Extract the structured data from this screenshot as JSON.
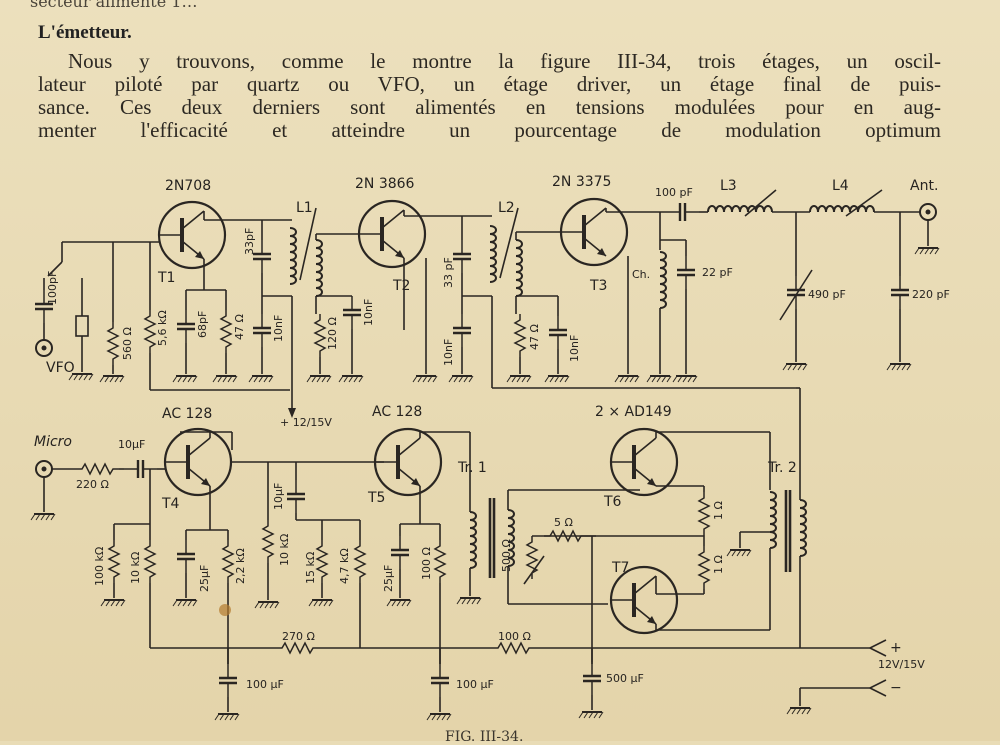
{
  "header": {
    "cut_line": "secteur alimenté 1…",
    "title": "L'émetteur."
  },
  "paragraph": {
    "line1": "Nous y trouvons, comme le montre la figure III-34, trois étages, un oscil-",
    "line2": "lateur piloté par quartz ou VFO, un étage driver, un étage final de puis-",
    "line3": "sance. Ces deux derniers sont alimentés en tensions modulées pour en aug-",
    "line4": "menter l'efficacité et atteindre un pourcentage de modulation optimum"
  },
  "diagram": {
    "transistors": {
      "t1": {
        "type": "2N708",
        "ref": "T1"
      },
      "t2": {
        "type": "2N 3866",
        "ref": "T2"
      },
      "t3": {
        "type": "2N 3375",
        "ref": "T3"
      },
      "t4": {
        "type": "AC 128",
        "ref": "T4"
      },
      "t5": {
        "type": "AC 128",
        "ref": "T5"
      },
      "t67": {
        "type": "2 × AD149",
        "ref6": "T6",
        "ref7": "T7"
      }
    },
    "components": {
      "c_vfo": "100pF",
      "r_560": "560 Ω",
      "r_56k": "5,6 kΩ",
      "c_68": "68pF",
      "r_47a": "47 Ω",
      "c_33a": "33pF",
      "c_10na": "10nF",
      "l1": "L1",
      "r_120": "120 Ω",
      "c_10nb": "10nF",
      "c_33b": "33 pF",
      "c_10nc": "10nF",
      "l2": "L2",
      "r_47b": "47 Ω",
      "c_10nd": "10nF",
      "c_100pf": "100 pF",
      "l3": "L3",
      "l4": "L4",
      "ch": "Ch.",
      "c_22": "22 pF",
      "c_490": "490 pF",
      "c_220p": "220 pF",
      "ant": "Ant.",
      "vfo": "VFO",
      "supply_rf": "+ 12/15V",
      "micro": "Micro",
      "r_220": "220 Ω",
      "c_10uf_a": "10µF",
      "r_100k": "100 kΩ",
      "r_10k": "10 kΩ",
      "c_25_a": "25µF",
      "r_22k": "2,2 kΩ",
      "r_10k_b": "10 kΩ",
      "c_10uf_b": "10µF",
      "r_15k": "15 kΩ",
      "r_47k": "4,7 kΩ",
      "c_25_b": "25µF",
      "r_100": "100 Ω",
      "tr1": "Tr. 1",
      "r_500": "500 Ω",
      "r_5": "5 Ω",
      "r_1a": "1 Ω",
      "r_1b": "1 Ω",
      "tr2": "Tr. 2",
      "r_270": "270 Ω",
      "r_100b": "100 Ω",
      "c_100uf_a": "100 µF",
      "c_100uf_b": "100 µF",
      "c_500uf": "500 µF",
      "supply_af": "12V/15V"
    },
    "caption": "FIG. III-34."
  }
}
